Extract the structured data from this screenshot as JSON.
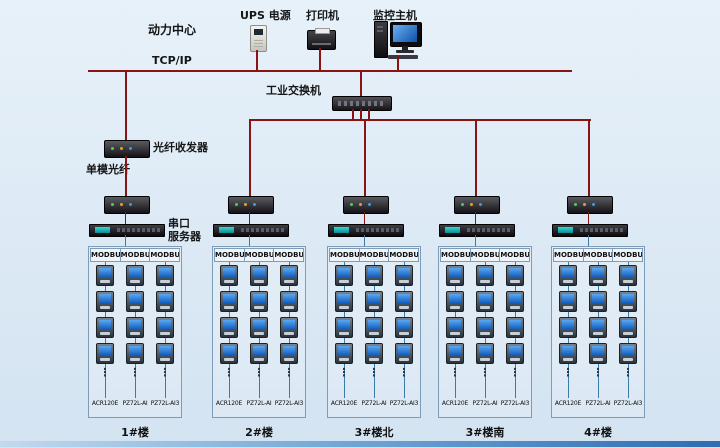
{
  "header": {
    "site_label": "动力中心",
    "bus_label": "TCP/IP",
    "devices": [
      {
        "id": "ups",
        "label": "UPS 电源"
      },
      {
        "id": "printer",
        "label": "打印机"
      },
      {
        "id": "host",
        "label": "监控主机"
      }
    ]
  },
  "backbone": {
    "switch_label": "工业交换机",
    "transceiver_label": "光纤收发器",
    "fiber_label": "单模光纤",
    "serial_server_line1": "串口",
    "serial_server_line2": "服务器"
  },
  "groups": [
    {
      "name": "1#楼",
      "bus_labels": [
        "MODBUS",
        "MODBUS",
        "MODBUS"
      ],
      "meter_models": [
        "ACR120E",
        "PZ72L-AI",
        "PZ72L-AI3"
      ]
    },
    {
      "name": "2#楼",
      "bus_labels": [
        "MODBUS",
        "MODBUS",
        "MODBUS"
      ],
      "meter_models": [
        "ACR120E",
        "PZ72L-AI",
        "PZ72L-AI3"
      ]
    },
    {
      "name": "3#楼北",
      "bus_labels": [
        "MODBUS",
        "MODBUS",
        "MODBUS"
      ],
      "meter_models": [
        "ACR120E",
        "PZ72L-AI",
        "PZ72L-AI3"
      ]
    },
    {
      "name": "3#楼南",
      "bus_labels": [
        "MODBUS",
        "MODBUS",
        "MODBUS"
      ],
      "meter_models": [
        "ACR120E",
        "PZ72L-AI",
        "PZ72L-AI3"
      ]
    },
    {
      "name": "4#楼",
      "bus_labels": [
        "MODBUS",
        "MODBUS",
        "MODBUS"
      ],
      "meter_models": [
        "ACR120E",
        "PZ72L-AI",
        "PZ72L-AI3"
      ]
    }
  ],
  "meters_per_column": 4,
  "ellipsis_glyph": "⋮",
  "colors": {
    "backbone_line": "#8a1414",
    "field_line": "#3a7ca8",
    "background_top": "#e7f1f9",
    "background_bottom": "#d3e3f1",
    "bottom_bar": "#2f6cb0"
  }
}
